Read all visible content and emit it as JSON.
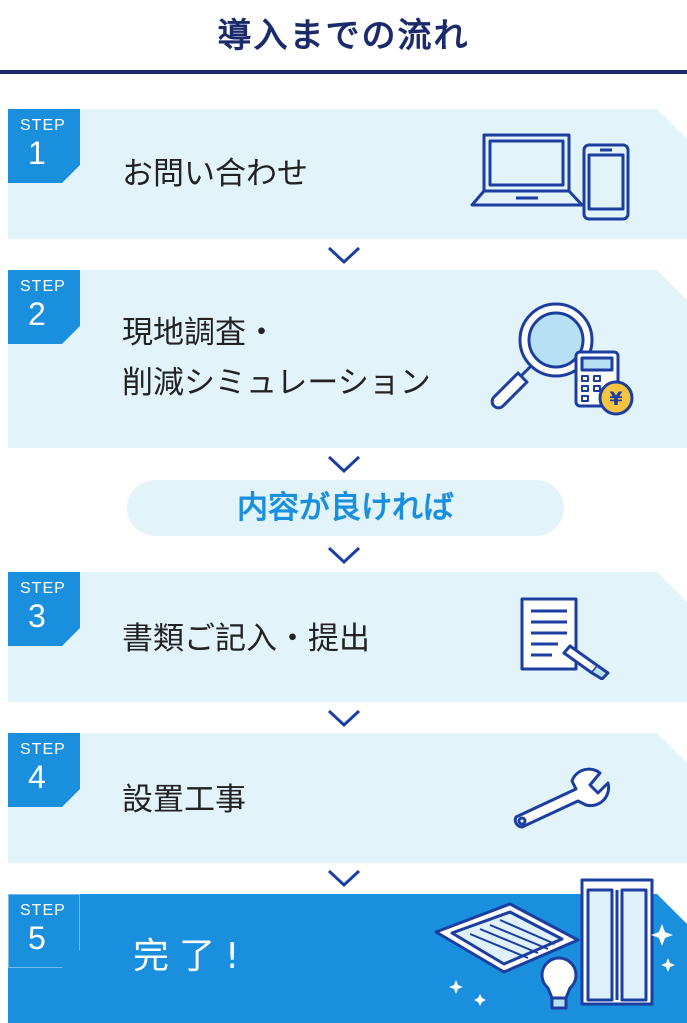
{
  "page": {
    "title": "導入までの流れ"
  },
  "colors": {
    "navy": "#1b2a6b",
    "accent": "#1a8fdd",
    "card": "#e2f3fa"
  },
  "steps": [
    {
      "label": "STEP",
      "number": "1",
      "text": "お問い合わせ",
      "icon": "laptop-smartphone-icon"
    },
    {
      "label": "STEP",
      "number": "2",
      "text": "現地調査・\n削減シミュレーション",
      "icon": "magnifier-calculator-yen-icon"
    },
    {
      "label": "STEP",
      "number": "3",
      "text": "書類ご記入・提出",
      "icon": "document-pen-icon"
    },
    {
      "label": "STEP",
      "number": "4",
      "text": "設置工事",
      "icon": "wrench-icon"
    },
    {
      "label": "STEP",
      "number": "5",
      "text": "完了!",
      "icon": "aircon-fridge-bulb-icon"
    }
  ],
  "condition": {
    "text": "内容が良ければ"
  }
}
